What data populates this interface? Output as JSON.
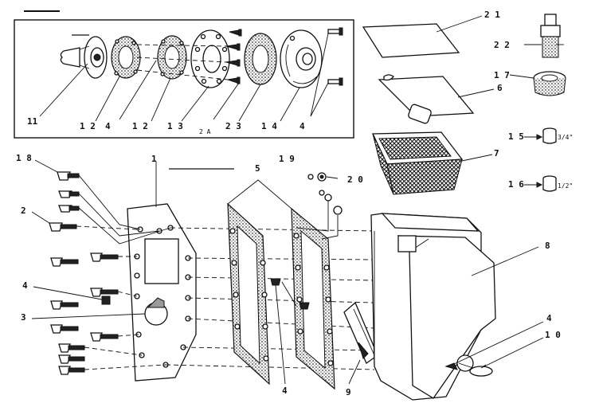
{
  "diagram": {
    "callouts": {
      "c11": "11",
      "c12a": "1 2",
      "c4a": "4",
      "c12b": "1 2",
      "c13": "1 3",
      "c2a": "2 A",
      "c23": "2 3",
      "c14": "1 4",
      "c4b": "4",
      "c21": "2 1",
      "c22": "2 2",
      "c17": "1 7",
      "c6": "6",
      "c15": "1 5",
      "c7": "7",
      "c16": "1 6",
      "c18": "1 8",
      "c1": "1",
      "c5": "5",
      "c19": "1 9",
      "c20": "2 0",
      "c2": "2",
      "c8": "8",
      "c4c": "4",
      "c3": "3",
      "c4d": "4",
      "c10": "1 0",
      "c9": "9",
      "c4e": "4"
    },
    "sizes": {
      "s34": "3/4\"",
      "s12": "1/2\""
    }
  }
}
